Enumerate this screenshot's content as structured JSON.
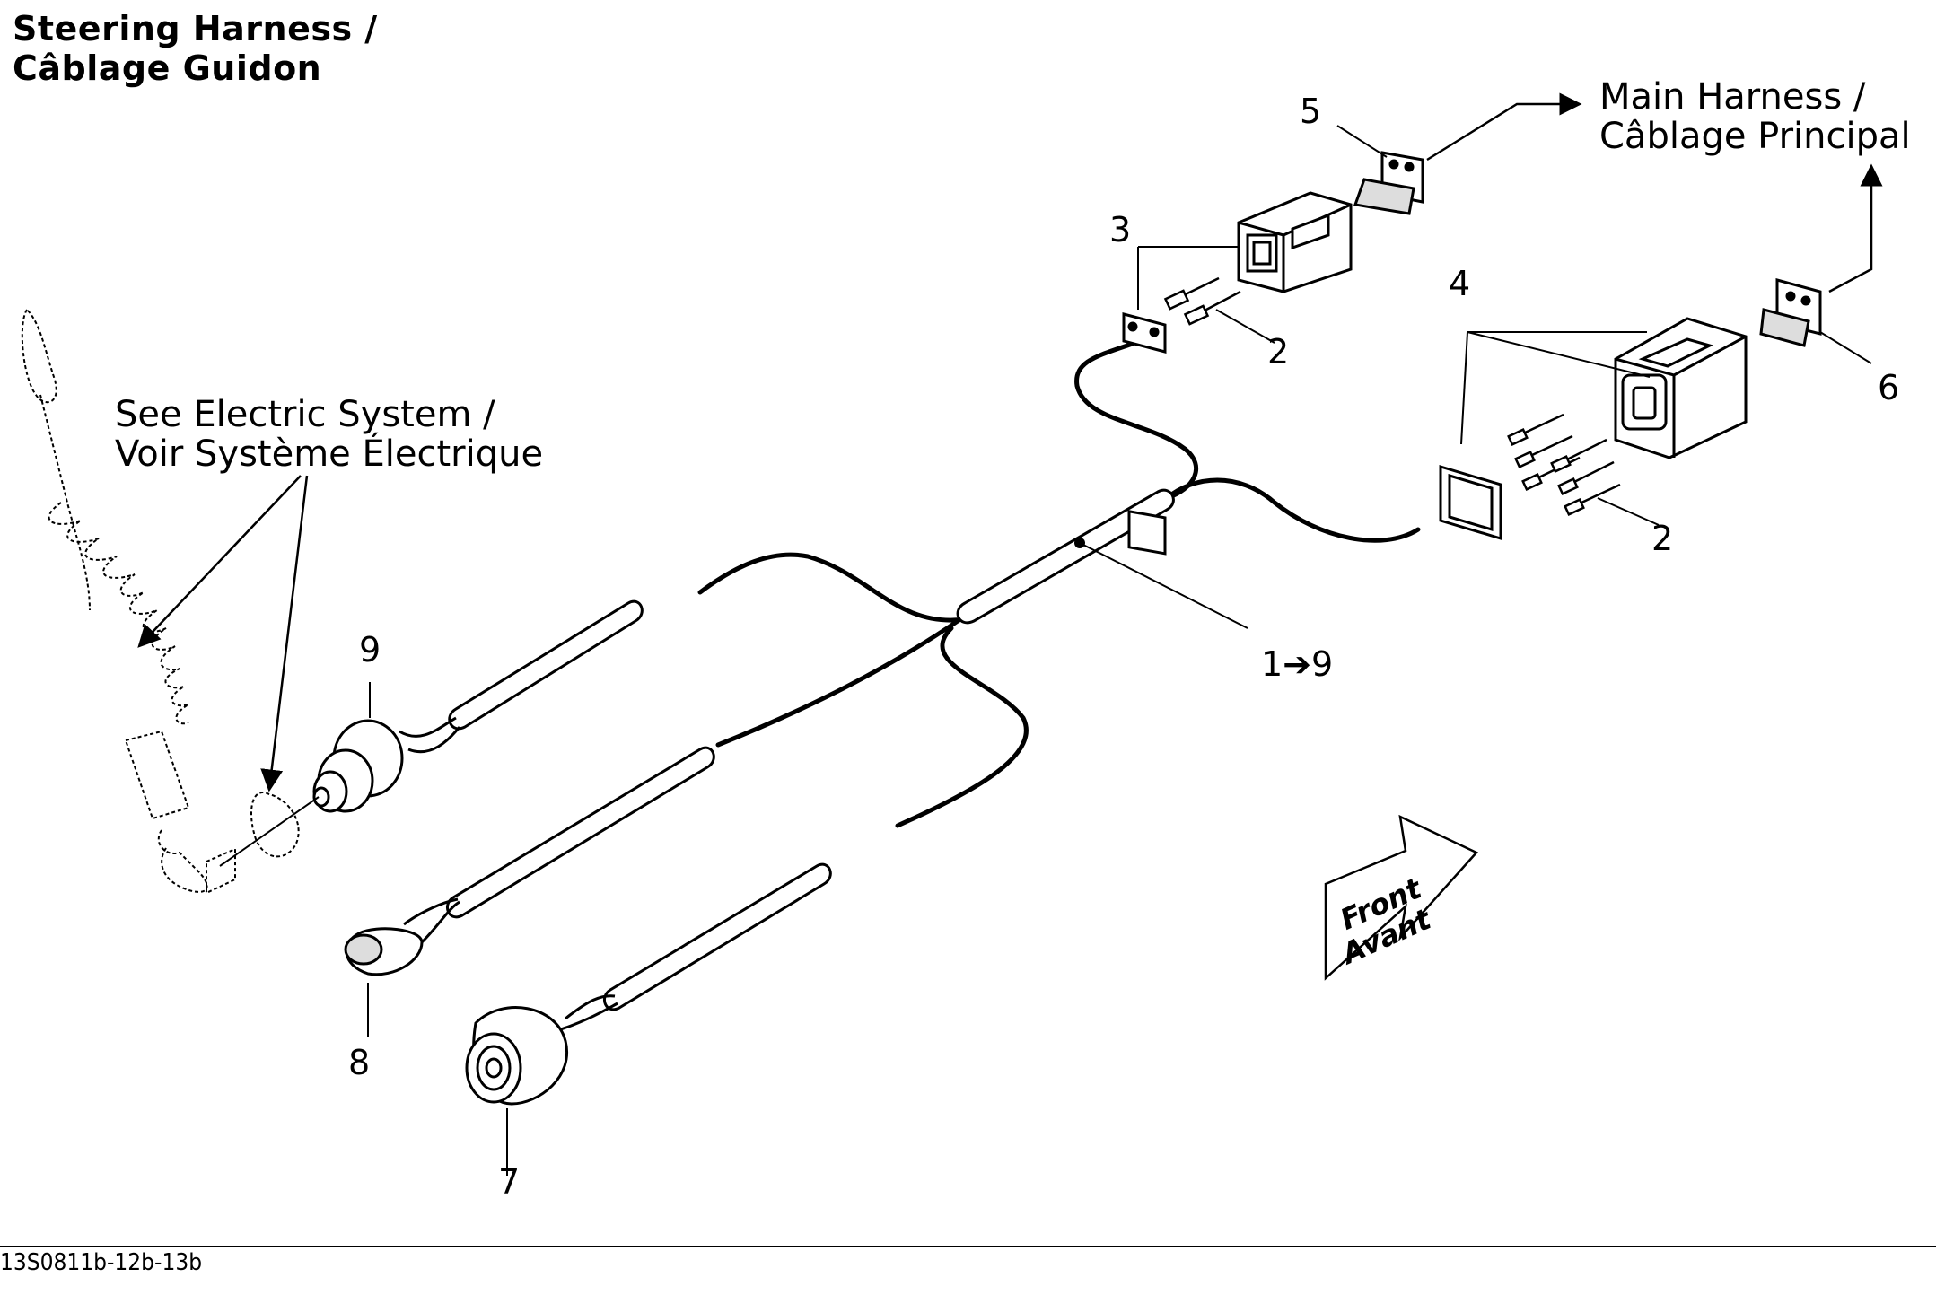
{
  "title": {
    "line1": "Steering Harness /",
    "line2": "Câblage Guidon"
  },
  "notes": {
    "main_harness_line1": "Main Harness  /",
    "main_harness_line2": "Câblage Principal",
    "electric_system_line1": "See Electric System /",
    "electric_system_line2": "Voir Système Électrique"
  },
  "callouts": {
    "c1": "1➔9",
    "c2a": "2",
    "c2b": "2",
    "c3": "3",
    "c4": "4",
    "c5": "5",
    "c6": "6",
    "c7": "7",
    "c8": "8",
    "c9": "9"
  },
  "direction_arrow": {
    "line1": "Front",
    "line2": "Avant"
  },
  "footer": {
    "code": "13S0811b-12b-13b"
  },
  "colors": {
    "line": "#000000",
    "background": "#ffffff"
  }
}
